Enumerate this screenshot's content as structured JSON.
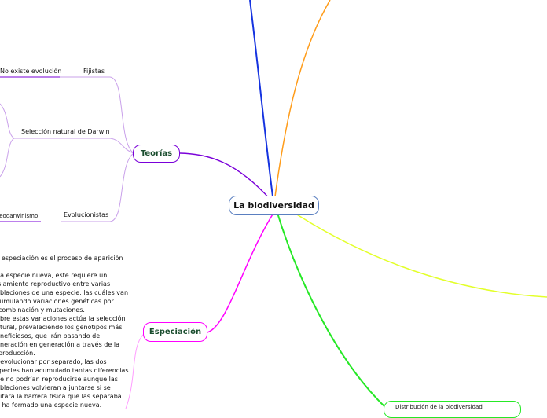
{
  "central": {
    "label": "La biodiversidad"
  },
  "teorias": {
    "label": "Teorías",
    "branches": [
      {
        "label": "Fijistas",
        "sub": "No existe evolución"
      },
      {
        "label": "Selección natural de Darwin"
      },
      {
        "label": "Evolucionistas",
        "sub": "Neodarwinismo"
      }
    ]
  },
  "especiacion": {
    "label": "Especiación",
    "paragraph": [
      "La especiación es el proceso de aparición de",
      "una especie nueva, este requiere un",
      "aislamiento reproductivo entre varias",
      "poblaciones de una especie, las cuáles van",
      "acumulando variaciones genéticas por",
      "recombinación y mutaciones.",
      "Sobre estas variaciones actúa la selección",
      "natural, prevaleciendo los genotipos más",
      "beneficiosos, que irán pasando de",
      "generación en generación a través de la",
      "reproducción.",
      "Al evolucionar por separado, las dos",
      "especies han acumulado tantas diferencias",
      "que no podrían reproducirse aunque las",
      "poblaciones volvieran a juntarse si se",
      "quitara la barrera física que las separaba.",
      "Se ha formado una especie nueva."
    ]
  },
  "bottom_right": {
    "label": "Distribución de la biodiversidad"
  },
  "colors": {
    "teorias": "#7a00d9",
    "teorias_light": "#c9a0ea",
    "especiacion": "#ff00ff",
    "especiacion_light": "#ff9dff",
    "blue": "#1533e0",
    "orange": "#ff9c1a",
    "yellow": "#e3ff2a",
    "green": "#26e826",
    "central_border": "#5a7fc0"
  }
}
